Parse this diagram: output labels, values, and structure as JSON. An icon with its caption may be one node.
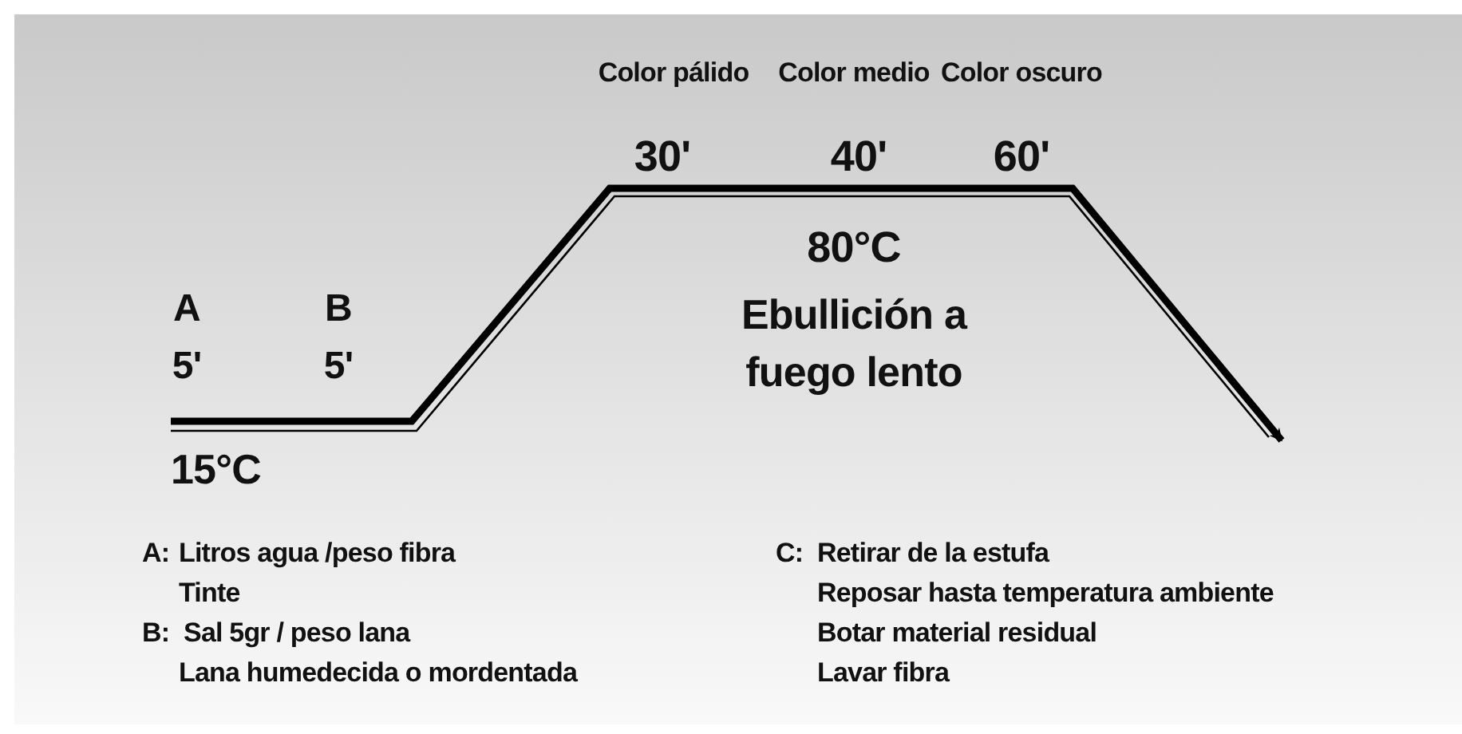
{
  "diagram": {
    "labels": [
      "Color pálido",
      "Color medio",
      "Color oscuro",
      "30'",
      "40'",
      "60'",
      "80°C",
      "Ebullición a fuego lento",
      "A",
      "B",
      "5'",
      "5'",
      "15°C",
      "A:",
      "Litros agua /peso fibra",
      "Tinte",
      "B:",
      "Sal 5gr / peso lana",
      "Lana humedecida o mordentada",
      "C:",
      "Retirar de la estufa",
      "Reposar hasta temperatura ambiente",
      "Botar material residual",
      "Lavar fibra"
    ]
  }
}
